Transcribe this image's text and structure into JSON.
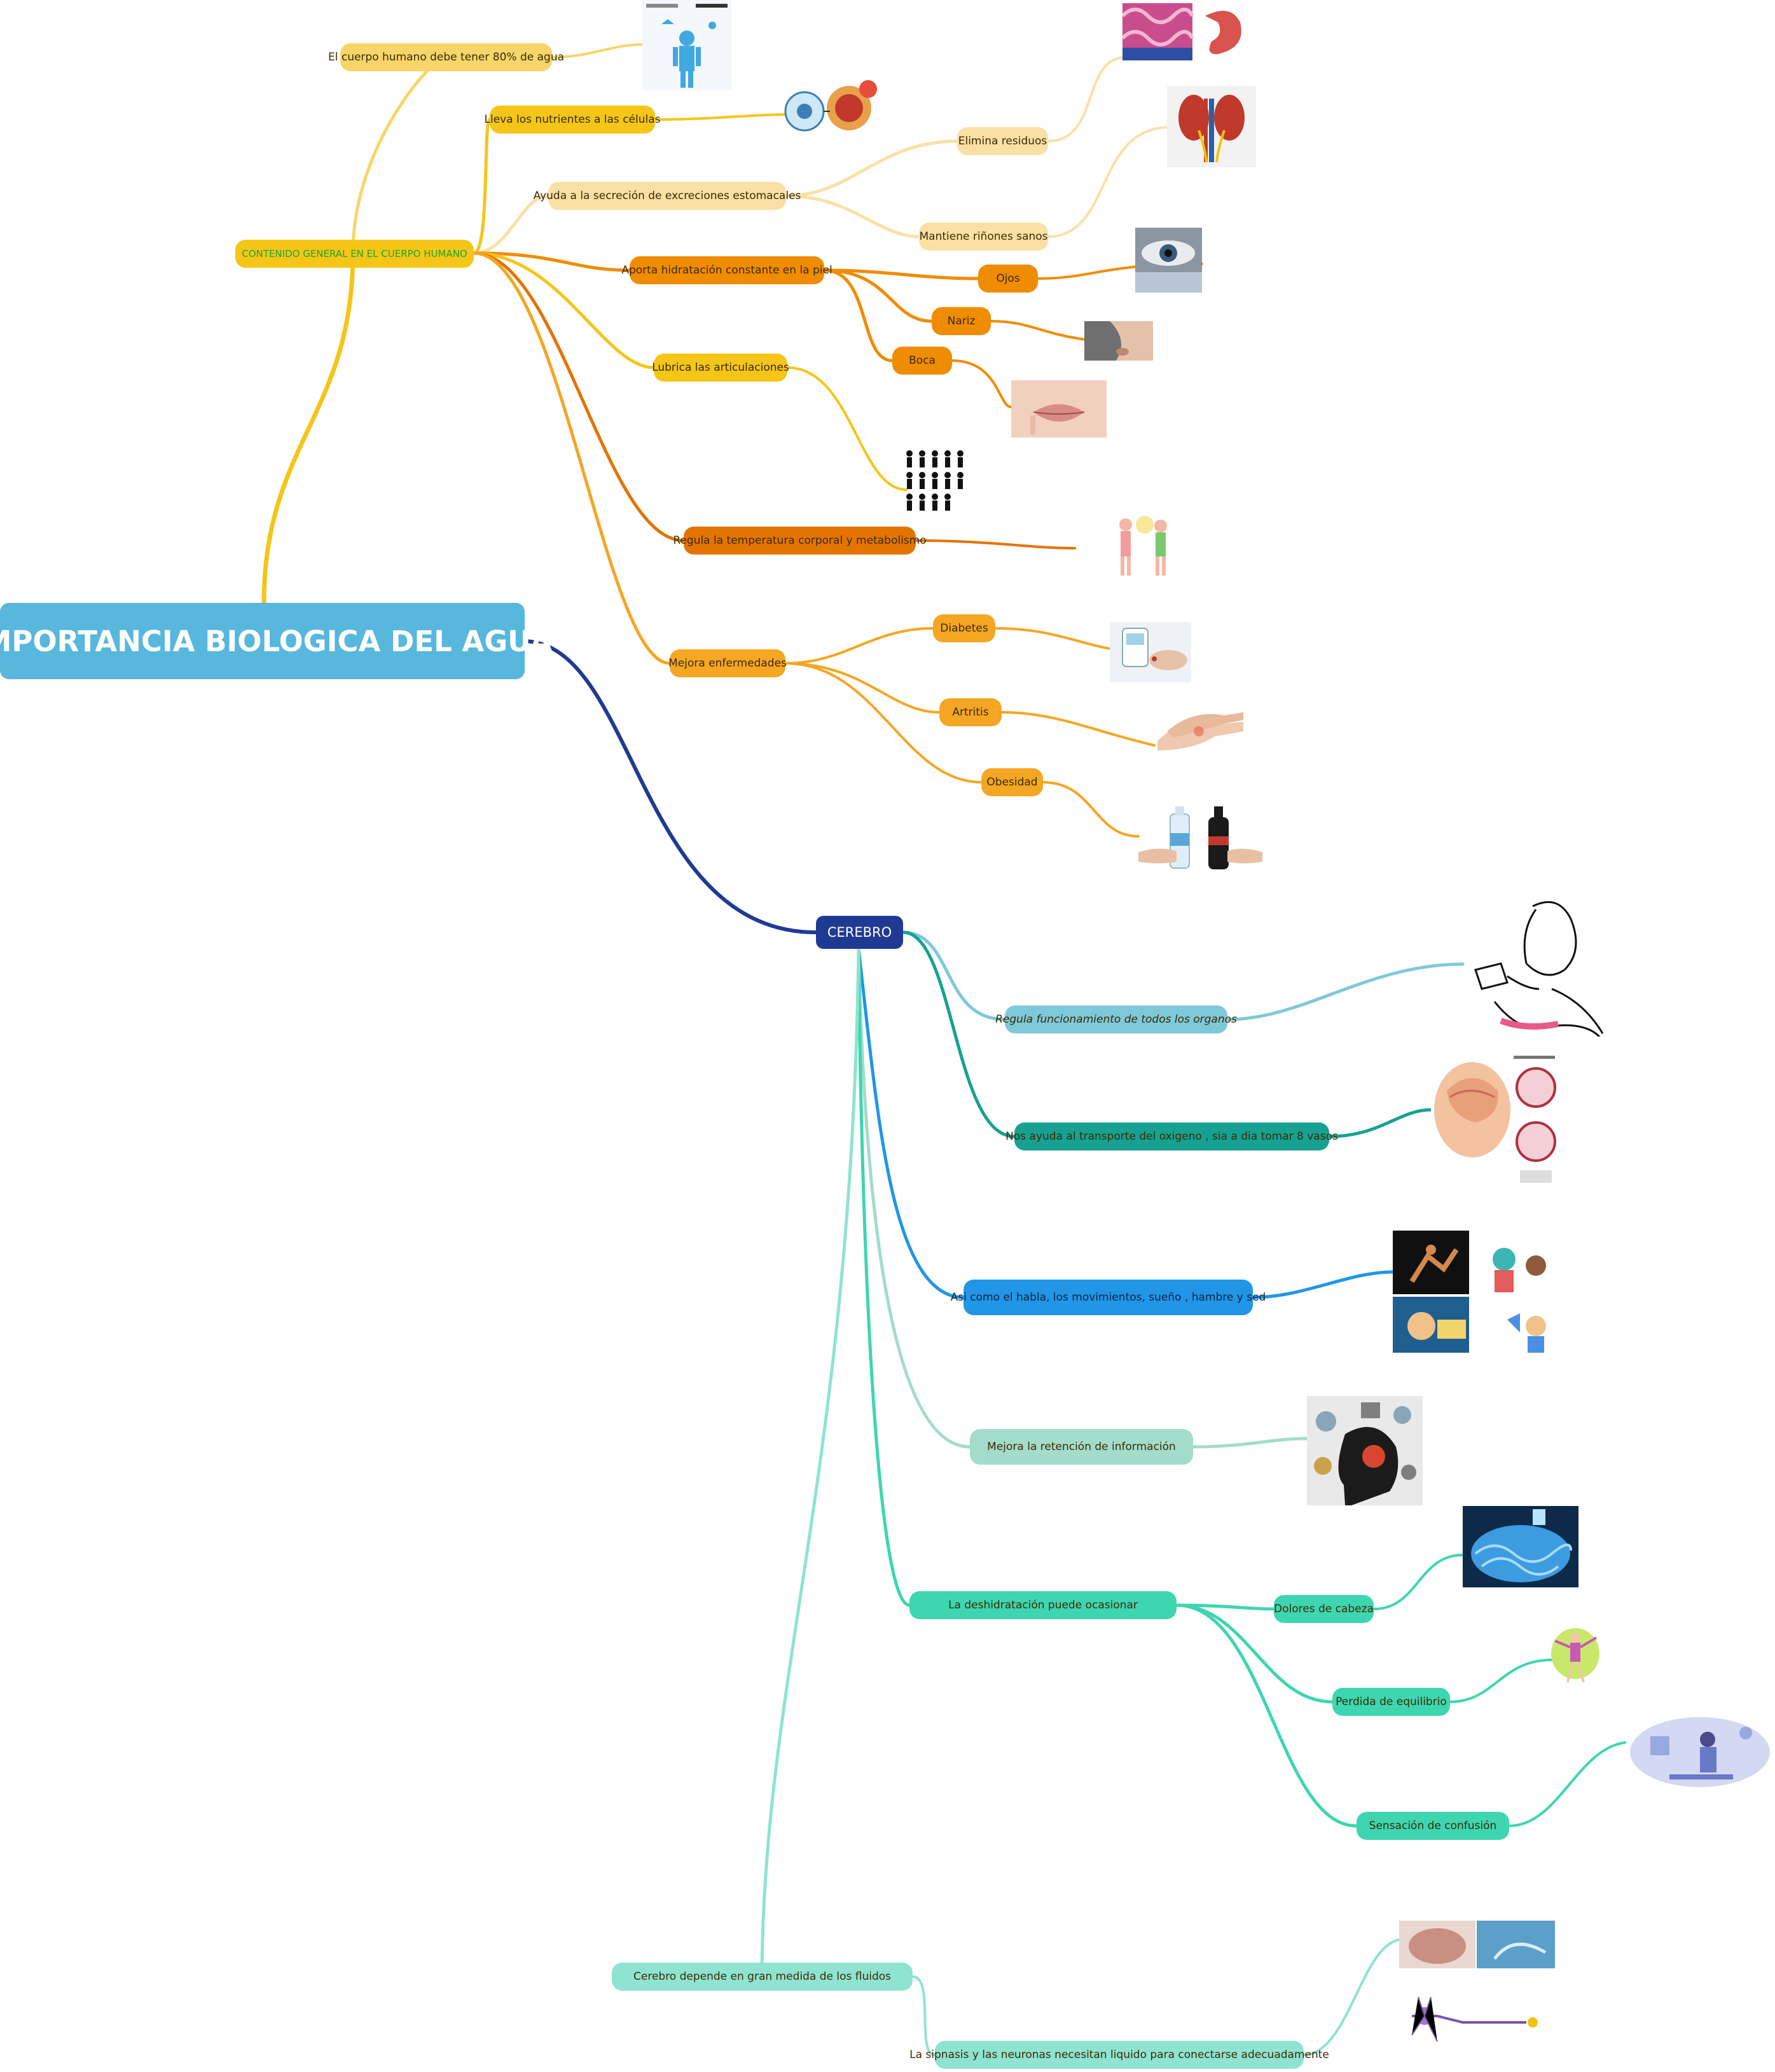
{
  "root": {
    "label": "IMPORTANCIA BIOLOGICA DEL AGUA"
  },
  "colors": {
    "root": "#57b7dd",
    "yellow": "#f5c518",
    "pale_yellow": "#f8d56a",
    "light_orange": "#fbe0a6",
    "orange": "#f08c00",
    "dark_orange": "#e37400",
    "amber": "#f5a623",
    "navy": "#1f3a93",
    "light_teal": "#7ec9d9",
    "dark_teal": "#17a193",
    "blue": "#2196e6",
    "mint": "#a3dccb",
    "green_teal": "#3dd6b0",
    "aqua": "#8fe3d1"
  },
  "branch_general": {
    "label": "CONTENIDO GENERAL EN EL CUERPO HUMANO",
    "items": {
      "water80": "El cuerpo humano debe tener 80% de agua",
      "nutrients": "Lleva los nutrientes a las células",
      "secretion": "Ayuda a la secreción de excreciones estomacales",
      "waste": "Elimina residuos",
      "kidneys": "Mantiene riñones sanos",
      "skin": "Aporta hidratación constante en la piel",
      "eyes": "Ojos",
      "nose": "Nariz",
      "mouth": "Boca",
      "joints": "Lubrica las articulaciones",
      "temperature": "Regula la temperatura corporal y metabolismo",
      "diseases": "Mejora enfermedades",
      "diabetes": "Diabetes",
      "arthritis": "Artritis",
      "obesity": "Obesidad"
    }
  },
  "branch_brain": {
    "label": "CEREBRO",
    "items": {
      "organs": "Regula funcionamiento de todos los organos",
      "oxygen": "Nos ayuda al transporte del oxigeno , sia a dia tomar 8 vasos",
      "speech": "Asi como el habla, los movimientos, sueño , hambre y sed",
      "retention": "Mejora la retención de información",
      "dehydration": "La deshidratación puede ocasionar",
      "headache": "Dolores de cabeza",
      "balance": "Perdida de equilibrio",
      "confusion": "Sensación de confusión",
      "fluids": "Cerebro depende en gran medida de los fluidos",
      "synapse": "La sipnasis y las neuronas necesitan liquido para conectarse adecuadamente"
    }
  },
  "images": {
    "water_chart": "water-percentage-chart",
    "cells": "cells-illustration",
    "stomach": "stomach-illustration",
    "kidneys": "kidneys-illustration",
    "eye": "eye-photo",
    "nose": "nose-photo",
    "lips": "lips-photo",
    "joints": "people-silhouettes",
    "temperature": "body-temperature-figures",
    "diabetes": "glucose-meter-photo",
    "arthritis": "hands-photo",
    "obesity": "bottles-photo",
    "woman_drinking": "woman-drinking-sketch",
    "brain_oxygen": "brain-oxygen-diagram",
    "brain_functions": "brain-functions-collage",
    "brain_gears": "brain-gears-illustration",
    "brain_water": "brain-water-illustration",
    "dizzy": "dizzy-woman-illustration",
    "confused": "confused-woman-illustration",
    "neurons": "neurons-collage"
  }
}
